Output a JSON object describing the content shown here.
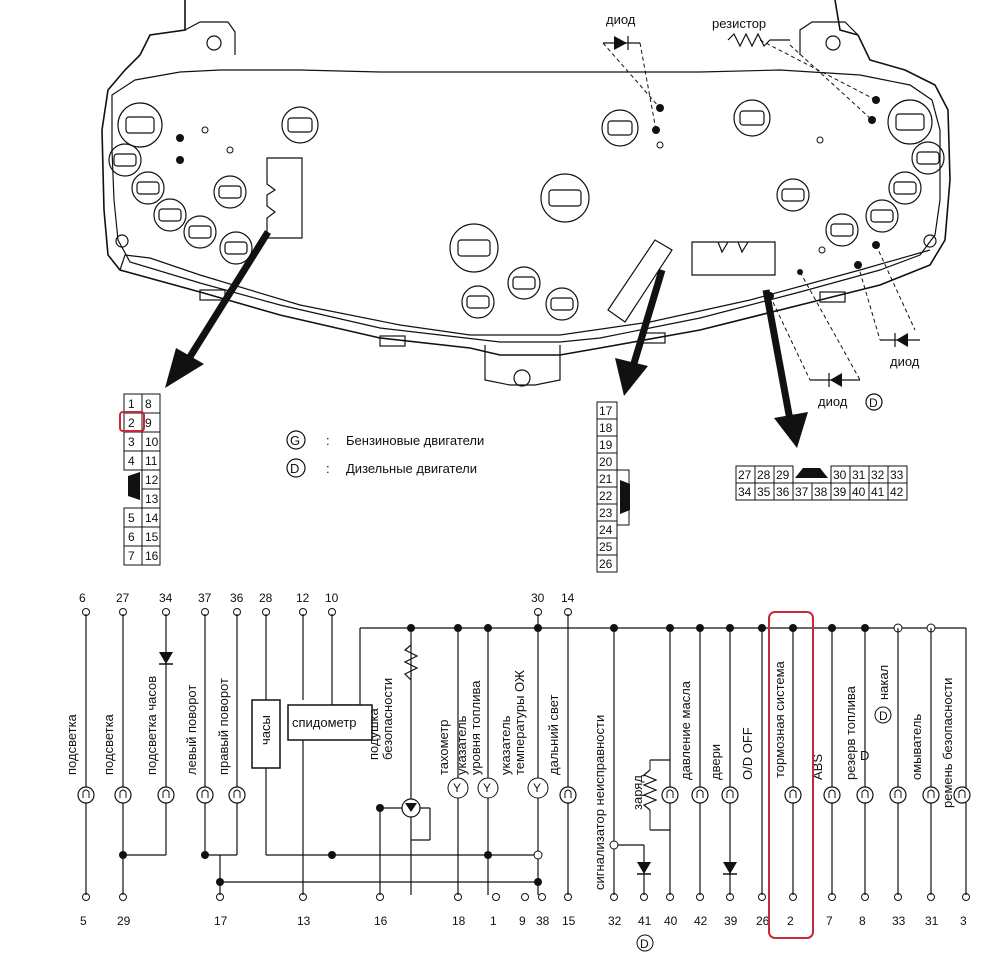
{
  "panel": {
    "label_diode_top": "диод",
    "label_resistor": "резистор",
    "label_diode_right": "диод",
    "label_diode_bottom": "диод",
    "label_D_mark": "D"
  },
  "legend": {
    "g_symbol": "G",
    "g_sep": ":",
    "g_text": "Бензиновые двигатели",
    "d_symbol": "D",
    "d_sep": ":",
    "d_text": "Дизельные двигатели"
  },
  "connector_left": {
    "left_col": [
      "1",
      "2",
      "3",
      "4",
      "5",
      "6",
      "7"
    ],
    "right_col": [
      "8",
      "9",
      "10",
      "11",
      "12",
      "13",
      "14",
      "15",
      "16"
    ],
    "highlighted_pin": "2"
  },
  "connector_middle": {
    "pins": [
      "17",
      "18",
      "19",
      "20",
      "21",
      "22",
      "23",
      "24",
      "25",
      "26"
    ]
  },
  "connector_right": {
    "top_row": [
      "27",
      "28",
      "29",
      "30",
      "31",
      "32",
      "33"
    ],
    "bottom_row": [
      "34",
      "35",
      "36",
      "37",
      "38",
      "39",
      "40",
      "41",
      "42"
    ]
  },
  "circuit": {
    "top_pins": [
      "6",
      "27",
      "34",
      "37",
      "36",
      "28",
      "12",
      "10",
      "30",
      "14"
    ],
    "bottom_pins": [
      "5",
      "29",
      "17",
      "13",
      "16",
      "18",
      "1",
      "9",
      "38",
      "15",
      "32",
      "41",
      "40",
      "42",
      "39",
      "26",
      "2",
      "7",
      "8",
      "33",
      "31",
      "3"
    ],
    "bottom_d_mark": "D",
    "box_clock": "часы",
    "box_speedometer": "спидометр",
    "labels": {
      "podsvetka1": "подсветка",
      "podsvetka2": "подсветка",
      "podsvetka_chasov": "подсветка часов",
      "levyi_povorot": "левый поворот",
      "pravyi_povorot": "правый поворот",
      "podushka": "подушка безопасности",
      "tahometr": "тахометр",
      "ukazatel_topliva": "указатель уровня топлива",
      "ukazatel_temp": "указатель температуры ОЖ",
      "dalnii_svet": "дальний свет",
      "signalizator": "сигнализатор неисправности",
      "zaryad": "заряд",
      "davlenie": "давление масла",
      "dveri": "двери",
      "od_off": "O/D OFF",
      "tormoznaya": "тормозная система",
      "abs": "ABS",
      "rezerv": "резерв топлива",
      "nakal": "накал",
      "nakal_d": "D",
      "omyvatel": "омыватель",
      "remen": "ремень безопасности"
    }
  },
  "colors": {
    "highlight": "#c8283a",
    "ink": "#111111"
  }
}
